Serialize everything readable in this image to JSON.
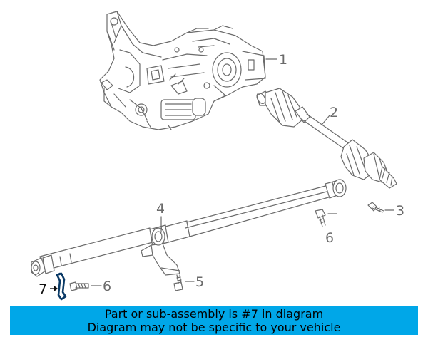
{
  "diagram": {
    "callouts": {
      "c1": "1",
      "c2": "2",
      "c3": "3",
      "c4": "4",
      "c5": "5",
      "c6a": "6",
      "c6b": "6",
      "c7": "7"
    },
    "parts": [
      {
        "ref": "1",
        "icon": "rear-differential-icon"
      },
      {
        "ref": "2",
        "icon": "axle-shaft-icon"
      },
      {
        "ref": "3",
        "icon": "bolt-icon"
      },
      {
        "ref": "4",
        "icon": "drive-shaft-icon"
      },
      {
        "ref": "5",
        "icon": "bolt-icon"
      },
      {
        "ref": "6",
        "icon": "bolt-icon"
      },
      {
        "ref": "7",
        "icon": "bracket-icon"
      }
    ],
    "colors": {
      "line": "#6b6b6b",
      "highlight": "#0a3a66",
      "banner": "#00a7e8"
    }
  },
  "banner": {
    "line1": "Part or sub-assembly is #7 in diagram",
    "line2": "Diagram may not be specific to your vehicle"
  }
}
